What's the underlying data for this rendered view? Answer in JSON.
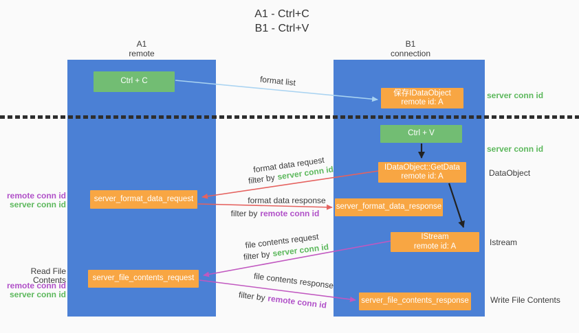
{
  "title": {
    "line1": "A1 - Ctrl+C",
    "line2": "B1 - Ctrl+V"
  },
  "lanes": {
    "left": {
      "name": "A1",
      "type": "remote"
    },
    "right": {
      "name": "B1",
      "type": "connection"
    }
  },
  "nodes": {
    "ctrl_c": {
      "label": "Ctrl + C"
    },
    "ctrl_v": {
      "label": "Ctrl + V"
    },
    "save_idataobject": {
      "line1": "保存IDataObject",
      "line2": "remote id: A"
    },
    "getdata": {
      "line1": "IDataObject::GetData",
      "line2": "remote id: A"
    },
    "istream": {
      "line1": "IStream",
      "line2": "remote id: A"
    },
    "format_request": {
      "label": "server_format_data_request"
    },
    "format_response": {
      "label": "server_format_data_response"
    },
    "file_request": {
      "label": "server_file_contents_request"
    },
    "file_response": {
      "label": "server_file_contents_response"
    }
  },
  "arrows": {
    "format_list": {
      "label": "format list"
    },
    "format_data_request": {
      "label": "format data request",
      "filter_prefix": "filter by",
      "filter_key": "server conn id"
    },
    "format_data_response": {
      "label": "format data response",
      "filter_prefix": "filter by",
      "filter_key": "remote conn id"
    },
    "file_contents_request": {
      "label": "file contents request",
      "filter_prefix": "filter by",
      "filter_key": "server conn id"
    },
    "file_contents_response": {
      "label": "file contents response",
      "filter_prefix": "filter by",
      "filter_key": "remote conn id"
    }
  },
  "side_labels": {
    "right_server_conn_id_top": "server conn id",
    "right_server_conn_id_mid": "server conn id",
    "right_dataobject": "DataObject",
    "right_istream": "Istream",
    "right_write_file_contents": "Write File Contents",
    "left_remote_conn_id_top": "remote conn id",
    "left_server_conn_id_top": "server conn id",
    "left_read_file_contents": "Read File Contents",
    "left_remote_conn_id_bottom": "remote conn id",
    "left_server_conn_id_bottom": "server conn id"
  },
  "colors": {
    "lane_blue": "#4b80d5",
    "box_green": "#72bd73",
    "box_orange": "#f8a643",
    "arrow_red": "#e5625f",
    "arrow_magenta": "#c158c0",
    "arrow_light_blue": "#a9d3f1",
    "arrow_black": "#222222",
    "text_green": "#5cb85c",
    "text_purple": "#b050c8",
    "text_dark": "#3a3a3a",
    "background": "#fafafa"
  }
}
